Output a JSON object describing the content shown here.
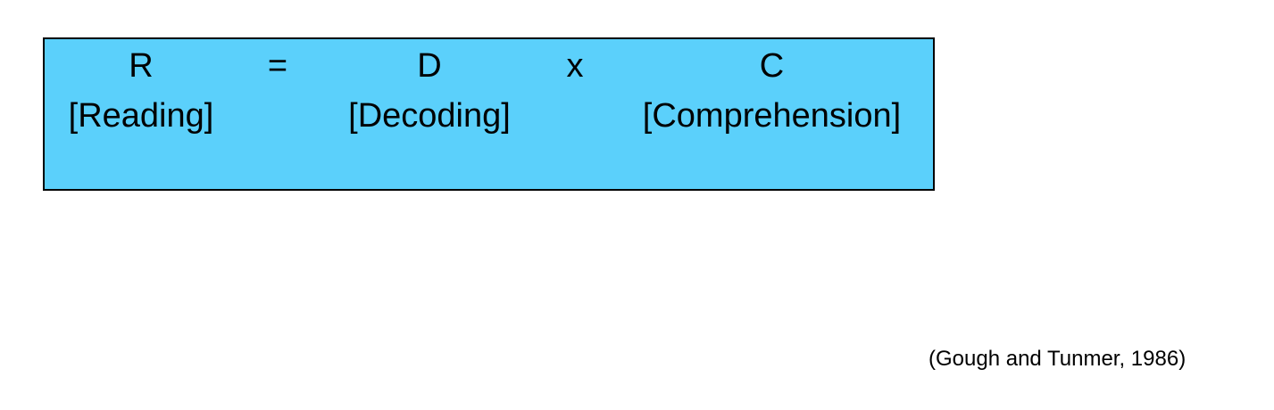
{
  "formula": {
    "background_color": "#5bd0fb",
    "border_color": "#000000",
    "reading": {
      "symbol": "R",
      "term": "[Reading]"
    },
    "equals": "=",
    "decoding": {
      "symbol": "D",
      "term": "[Decoding]"
    },
    "times": "x",
    "comprehension": {
      "symbol": "C",
      "term": "[Comprehension]"
    }
  },
  "citation": "(Gough and Tunmer, 1986)"
}
